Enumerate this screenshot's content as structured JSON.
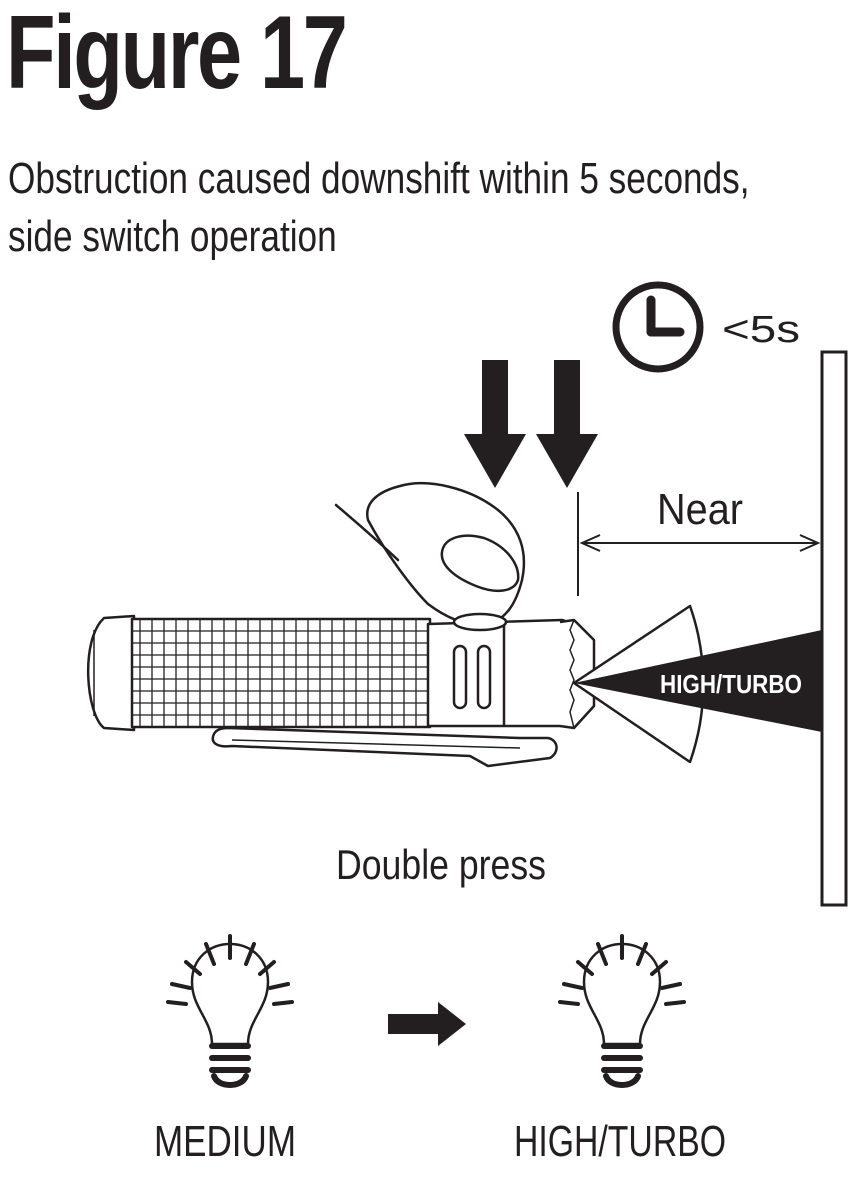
{
  "figure": {
    "title": "Figure 17",
    "subtitle_lines": [
      "Obstruction caused downshift within 5 seconds,",
      "side switch operation"
    ]
  },
  "diagram": {
    "timer_label": "<5s",
    "distance_label": "Near",
    "beam_label": "HIGH/TURBO",
    "action_label": "Double press",
    "mode_from_label": "MEDIUM",
    "mode_to_label": "HIGH/TURBO",
    "icons": [
      "clock-icon",
      "press-arrow-icon",
      "finger-icon",
      "flashlight-icon",
      "light-bulb-icon",
      "right-arrow-icon"
    ]
  }
}
